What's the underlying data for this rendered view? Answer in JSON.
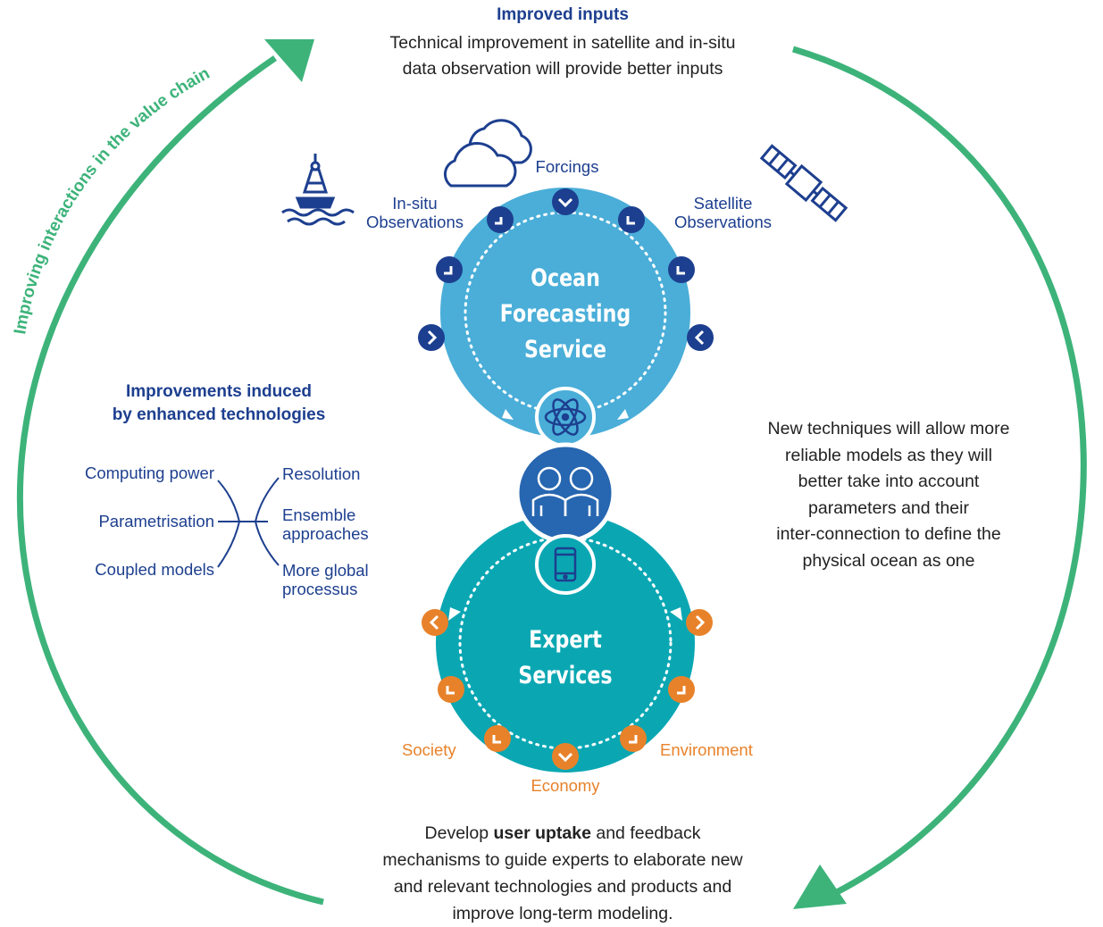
{
  "top": {
    "title": "Improved inputs",
    "line1": "Technical improvement in satellite and in-situ",
    "line2": "data observation will provide better inputs"
  },
  "arc_label": "Improving interactions in the value chain",
  "inputs": {
    "forcings": "Forcings",
    "insitu_line1": "In-situ",
    "insitu_line2": "Observations",
    "satellite_line1": "Satellite",
    "satellite_line2": "Observations"
  },
  "ocean_circle": {
    "line1": "Ocean",
    "line2": "Forecasting",
    "line3": "Service"
  },
  "expert_circle": {
    "line1": "Expert",
    "line2": "Services"
  },
  "technologies": {
    "title_line1": "Improvements induced",
    "title_line2": "by enhanced technologies",
    "left": [
      "Computing power",
      "Parametrisation",
      "Coupled models"
    ],
    "right_resolution": "Resolution",
    "right_ensemble_1": "Ensemble",
    "right_ensemble_2": "approaches",
    "right_global_1": "More global",
    "right_global_2": "processus"
  },
  "right_text": [
    "New techniques will allow more",
    "reliable models as they will",
    "better take into account",
    "parameters and their",
    "inter-connection to define the",
    "physical ocean as one"
  ],
  "outputs": {
    "society": "Society",
    "economy": "Economy",
    "environment": "Environment"
  },
  "bottom": {
    "line1_before": "Develop ",
    "line1_bold": "user uptake",
    "line1_after": " and feedback",
    "line2": "mechanisms to guide experts to elaborate new",
    "line3": "and relevant technologies and products and",
    "line4": "improve long-term modeling."
  },
  "colors": {
    "green_arrow": "#3db37a",
    "ocean_circle": "#4aaed8",
    "expert_circle": "#0aa7b3",
    "navy": "#1d3f8f",
    "orange": "#e8822a"
  },
  "icons": [
    "buoy-icon",
    "cloud-icon",
    "satellite-icon",
    "atom-icon",
    "people-icon",
    "smartphone-icon"
  ]
}
